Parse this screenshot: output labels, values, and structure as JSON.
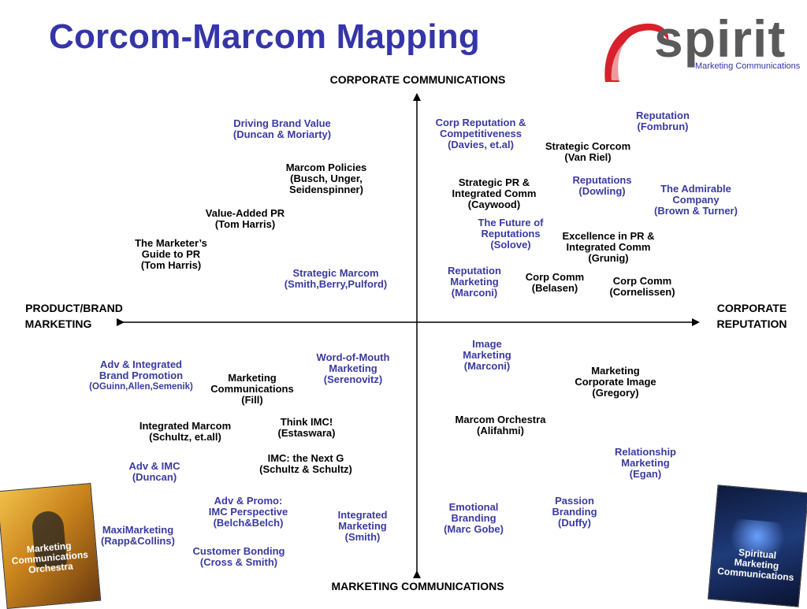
{
  "title": "Corcom-Marcom Mapping",
  "logo": {
    "word": "spirit",
    "subtitle": "Marketing Communications"
  },
  "axes": {
    "top": "CORPORATE COMMUNICATIONS",
    "bottom": "MARKETING COMMUNICATIONS",
    "left": [
      "PRODUCT/BRAND",
      "MARKETING"
    ],
    "right": [
      "CORPORATE",
      "REPUTATION"
    ]
  },
  "colors": {
    "title": "#3535a8",
    "blue_label": "#3a3aa0",
    "black_label": "#000000",
    "logo_red": "#d8202a"
  },
  "labels": [
    {
      "id": "driving-brand-value",
      "lines": [
        "Driving Brand Value",
        "(Duncan & Moriarty)"
      ],
      "color": "blue"
    },
    {
      "id": "marcom-policies",
      "lines": [
        "Marcom Policies",
        "(Busch, Unger,",
        "Seidenspinner)"
      ],
      "color": "black"
    },
    {
      "id": "value-added-pr",
      "lines": [
        "Value-Added PR",
        "(Tom Harris)"
      ],
      "color": "black"
    },
    {
      "id": "marketers-guide",
      "lines": [
        "The Marketer’s",
        "Guide to PR",
        "(Tom Harris)"
      ],
      "color": "black"
    },
    {
      "id": "strategic-marcom",
      "lines": [
        "Strategic Marcom",
        "(Smith,Berry,Pulford)"
      ],
      "color": "blue"
    },
    {
      "id": "corp-reputation-competitiveness",
      "lines": [
        "Corp Reputation &",
        "Competitiveness",
        "(Davies, et.al)"
      ],
      "color": "blue"
    },
    {
      "id": "reputation-fombrun",
      "lines": [
        "Reputation",
        "(Fombrun)"
      ],
      "color": "blue"
    },
    {
      "id": "strategic-corcom",
      "lines": [
        "Strategic Corcom",
        "(Van Riel)"
      ],
      "color": "black"
    },
    {
      "id": "strategic-pr",
      "lines": [
        "Strategic PR &",
        "Integrated Comm",
        "(Caywood)"
      ],
      "color": "black"
    },
    {
      "id": "reputations-dowling",
      "lines": [
        "Reputations",
        "(Dowling)"
      ],
      "color": "blue"
    },
    {
      "id": "admirable-company",
      "lines": [
        "The Admirable",
        "Company",
        "(Brown & Turner)"
      ],
      "color": "blue"
    },
    {
      "id": "future-of-reputations",
      "lines": [
        "The Future of",
        "Reputations",
        "(Solove)"
      ],
      "color": "blue"
    },
    {
      "id": "excellence-in-pr",
      "lines": [
        "Excellence in PR &",
        "Integrated Comm",
        "(Grunig)"
      ],
      "color": "black"
    },
    {
      "id": "reputation-marketing",
      "lines": [
        "Reputation",
        "Marketing",
        "(Marconi)"
      ],
      "color": "blue"
    },
    {
      "id": "corp-comm-belasen",
      "lines": [
        "Corp Comm",
        "(Belasen)"
      ],
      "color": "black"
    },
    {
      "id": "corp-comm-cornelissen",
      "lines": [
        "Corp Comm",
        "(Cornelissen)"
      ],
      "color": "black"
    },
    {
      "id": "adv-integrated-brand",
      "lines": [
        "Adv & Integrated",
        "Brand Promotion",
        "(OGuinn,Allen,Semenik)"
      ],
      "color": "blue"
    },
    {
      "id": "marketing-communications-fill",
      "lines": [
        "Marketing",
        "Communications",
        "(Fill)"
      ],
      "color": "black"
    },
    {
      "id": "word-of-mouth",
      "lines": [
        "Word-of-Mouth",
        "Marketing",
        "(Serenovitz)"
      ],
      "color": "blue"
    },
    {
      "id": "image-marketing",
      "lines": [
        "Image",
        "Marketing",
        "(Marconi)"
      ],
      "color": "blue"
    },
    {
      "id": "marketing-corporate-image",
      "lines": [
        "Marketing",
        "Corporate Image",
        "(Gregory)"
      ],
      "color": "black"
    },
    {
      "id": "integrated-marcom",
      "lines": [
        "Integrated Marcom",
        "(Schultz, et.all)"
      ],
      "color": "black"
    },
    {
      "id": "think-imc",
      "lines": [
        "Think IMC!",
        "(Estaswara)"
      ],
      "color": "black"
    },
    {
      "id": "marcom-orchestra",
      "lines": [
        "Marcom Orchestra",
        "(Alifahmi)"
      ],
      "color": "black"
    },
    {
      "id": "imc-next-g",
      "lines": [
        "IMC: the Next G",
        "(Schultz & Schultz)"
      ],
      "color": "black"
    },
    {
      "id": "adv-imc",
      "lines": [
        "Adv & IMC",
        "(Duncan)"
      ],
      "color": "blue"
    },
    {
      "id": "relationship-marketing",
      "lines": [
        "Relationship",
        "Marketing",
        "(Egan)"
      ],
      "color": "blue"
    },
    {
      "id": "adv-promo-imc",
      "lines": [
        "Adv & Promo:",
        "IMC Perspective",
        "(Belch&Belch)"
      ],
      "color": "blue"
    },
    {
      "id": "integrated-marketing",
      "lines": [
        "Integrated",
        "Marketing",
        "(Smith)"
      ],
      "color": "blue"
    },
    {
      "id": "emotional-branding",
      "lines": [
        "Emotional",
        "Branding",
        "(Marc Gobe)"
      ],
      "color": "blue"
    },
    {
      "id": "passion-branding",
      "lines": [
        "Passion",
        "Branding",
        "(Duffy)"
      ],
      "color": "blue"
    },
    {
      "id": "maximarketing",
      "lines": [
        "MaxiMarketing",
        "(Rapp&Collins)"
      ],
      "color": "blue"
    },
    {
      "id": "customer-bonding",
      "lines": [
        "Customer Bonding",
        "(Cross & Smith)"
      ],
      "color": "blue"
    }
  ],
  "books": {
    "left": {
      "lines": [
        "Marketing",
        "Communications",
        "Orchestra"
      ]
    },
    "right": {
      "lines": [
        "Spiritual",
        "Marketing",
        "Communications"
      ]
    }
  }
}
